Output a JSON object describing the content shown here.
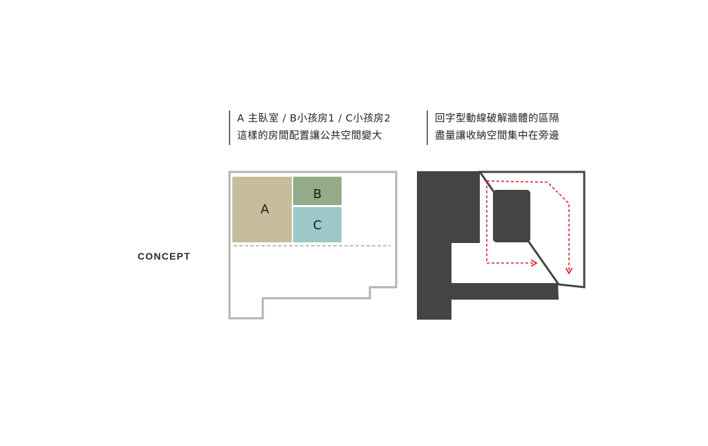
{
  "captions": {
    "left": {
      "line1": "A 主臥室 / B小孩房1 / C小孩房2",
      "line2": "這樣的房間配置讓公共空間變大"
    },
    "right": {
      "line1": "回字型動線破解牆體的區隔",
      "line2": "盡量讓收納空間集中在旁邊"
    }
  },
  "concept_label": "CONCEPT",
  "rooms": {
    "a": {
      "label": "A",
      "color": "#c7bc9b"
    },
    "b": {
      "label": "B",
      "color": "#93ab88"
    },
    "c": {
      "label": "C",
      "color": "#9cc8c8"
    }
  },
  "colors": {
    "outline": "#b3b3b3",
    "wall_fill": "#444444",
    "circulation": "#e0202a",
    "dashed_line": "#999999"
  }
}
